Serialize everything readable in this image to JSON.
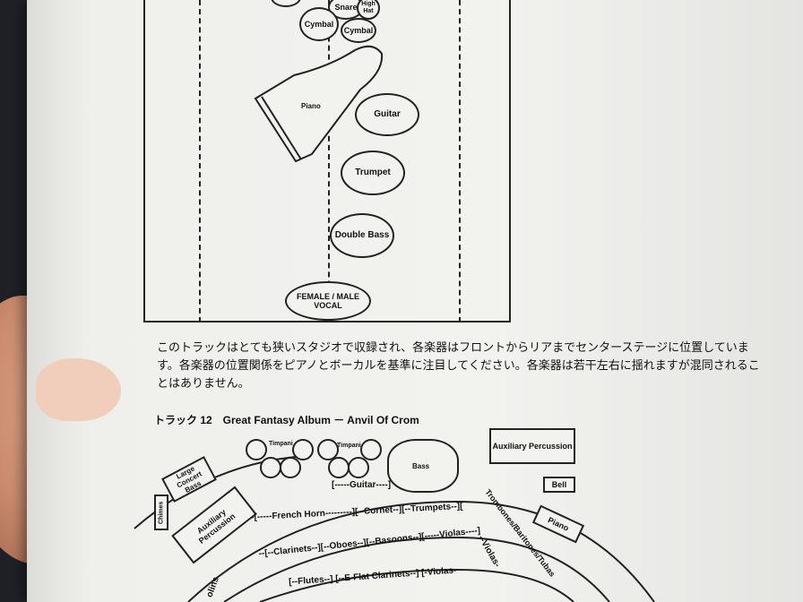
{
  "diagram_top": {
    "instruments": {
      "snare": "Snare",
      "high_hat": "High Hat",
      "cymbal_1": "Cymbal",
      "cymbal_2": "Cymbal",
      "piano": "Piano",
      "guitar": "Guitar",
      "trumpet": "Trumpet",
      "double_bass": "Double Bass",
      "vocal": "FEMALE / MALE VOCAL"
    }
  },
  "caption": "このトラックはとても狭いスタジオで収録され、各楽器はフロントからリアまでセンターステージに位置しています。各楽器の位置関係をピアノとボーカルを基準に注目してください。各楽器は若干左右に揺れますが混同されることはありません。",
  "track_heading": "トラック 12　Great Fantasy Album － Anvil Of Crom",
  "diagram_bottom": {
    "timpani_1": "Timpani",
    "timpani_2": "Timpani",
    "auxiliary_percussion_right": "Auxiliary Percussion",
    "large_concert_bass": "Large Concert Bass",
    "chimes": "Chimes",
    "auxiliary_percussion_left": "Auxiliary Percussion",
    "guitar_row": "[-----Guitar----]",
    "bass": "Bass",
    "bell": "Bell",
    "piano": "Piano",
    "french_horn_row": "-[-----French Horn---------][--Cornet--][--Trumpets--][",
    "woodwind_row": "--[--Clarinets--][--Oboes--][--Basoons--][-----Violas----]",
    "flutes_row": "[--Flutes--] [--E-Flat Clarinets--] [-Violas-",
    "trombones": "Trombones/Baritones/Tubas",
    "violas_right": "--Violas-",
    "violins_fragment": "olins"
  }
}
